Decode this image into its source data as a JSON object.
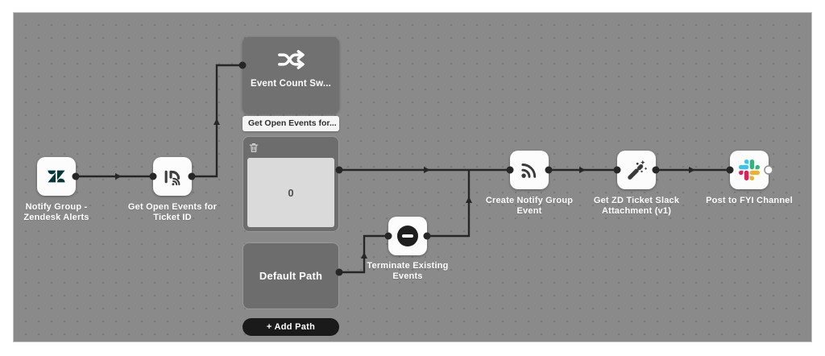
{
  "app": {
    "view": "workflow-canvas",
    "canvas_background": "#8a8a8a",
    "wire_color": "#262626",
    "node_background": "#fcfcfc"
  },
  "nodes": {
    "notify_group": {
      "line1": "Notify Group -",
      "line2": "Zendesk Alerts",
      "icon": "zendesk-logo",
      "icon_color": "#03363D"
    },
    "get_open_events": {
      "line1": "Get Open Events for",
      "line2": "Ticket ID",
      "icon": "event-id-broadcast-icon",
      "icon_color": "#3d3d3d"
    },
    "event_count_switch": {
      "title": "Event Count Sw...",
      "subtitle": "Get Open Events for...",
      "icon": "shuffle-icon"
    },
    "path_zero": {
      "value": "0",
      "icon": "trash-icon"
    },
    "default_path": {
      "label": "Default Path"
    },
    "add_path": {
      "label": "+  Add Path"
    },
    "terminate": {
      "line1": "Terminate Existing",
      "line2": "Events",
      "icon": "minus-circle-icon"
    },
    "create_notify": {
      "line1": "Create Notify Group",
      "line2": "Event",
      "icon": "broadcast-rss-icon",
      "icon_color": "#3a3a3a"
    },
    "get_zd_ticket": {
      "line1": "Get ZD Ticket Slack",
      "line2": "Attachment (v1)",
      "icon": "magic-wand-icon",
      "icon_color": "#3a3a3a"
    },
    "post_slack": {
      "line1": "Post to FYI Channel",
      "icon": "slack-logo",
      "slack_colors": {
        "blue": "#36C5F0",
        "green": "#2EB67D",
        "red": "#E01E5A",
        "yellow": "#ECB22E"
      }
    }
  }
}
